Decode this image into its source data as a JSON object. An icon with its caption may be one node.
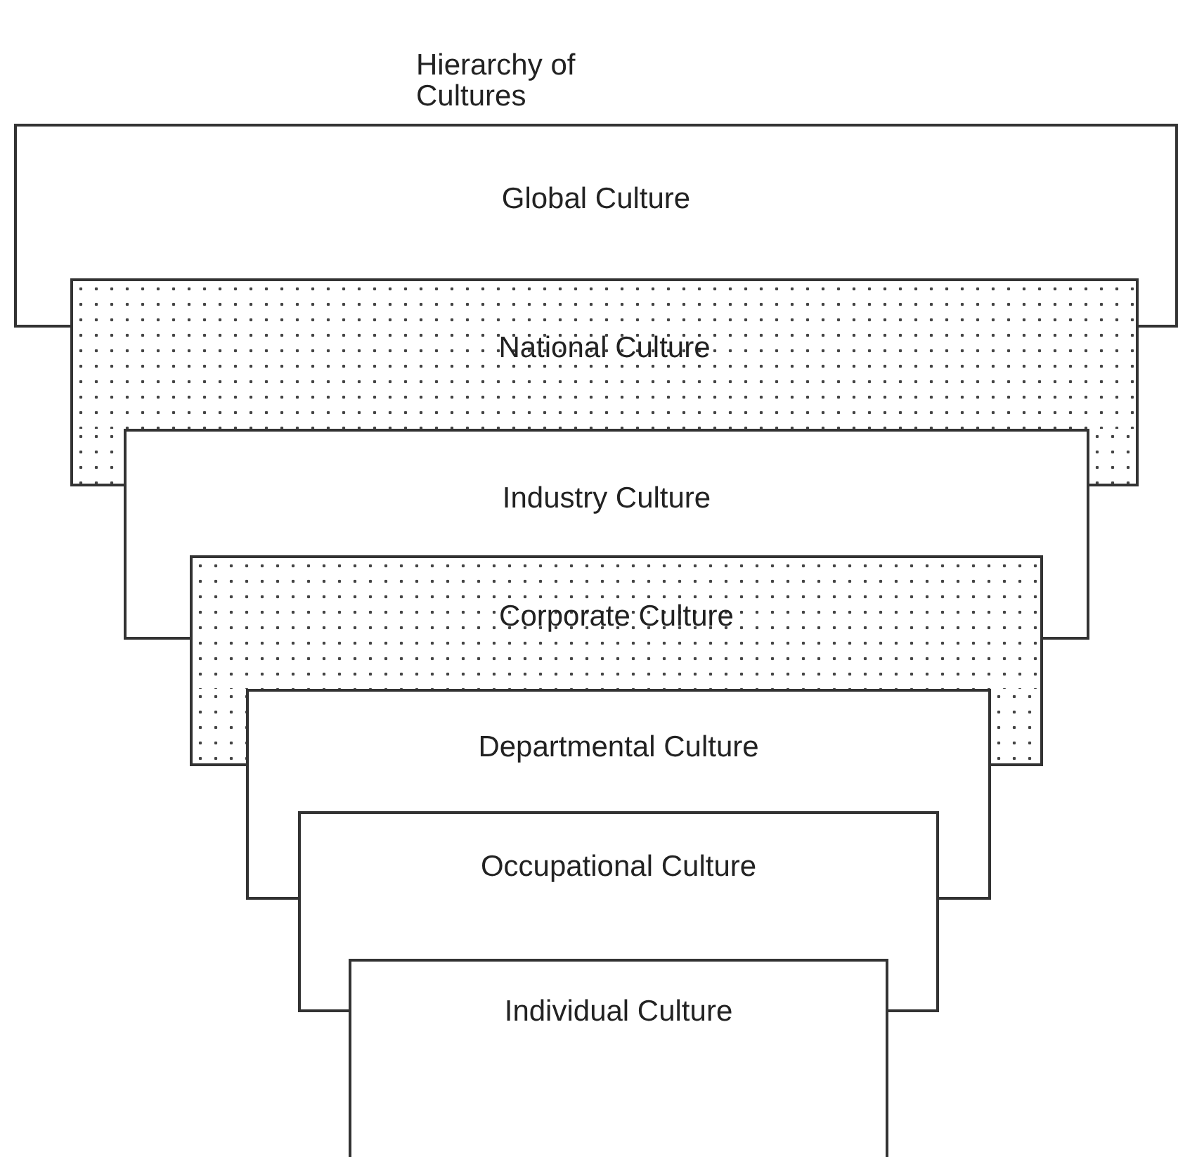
{
  "diagram": {
    "title": "Hierarchy of Cultures",
    "nodes": [
      {
        "text": [
          "Global Culture"
        ]
      },
      {
        "text": [
          "National Culture"
        ]
      },
      {
        "text": [
          "Industry Culture"
        ]
      },
      {
        "text": [
          "Corporate Culture"
        ]
      },
      {
        "text": [
          "Departmental Culture"
        ]
      },
      {
        "text": [
          "Occupational Culture"
        ]
      },
      {
        "text": [
          "Individual Culture"
        ]
      }
    ]
  }
}
